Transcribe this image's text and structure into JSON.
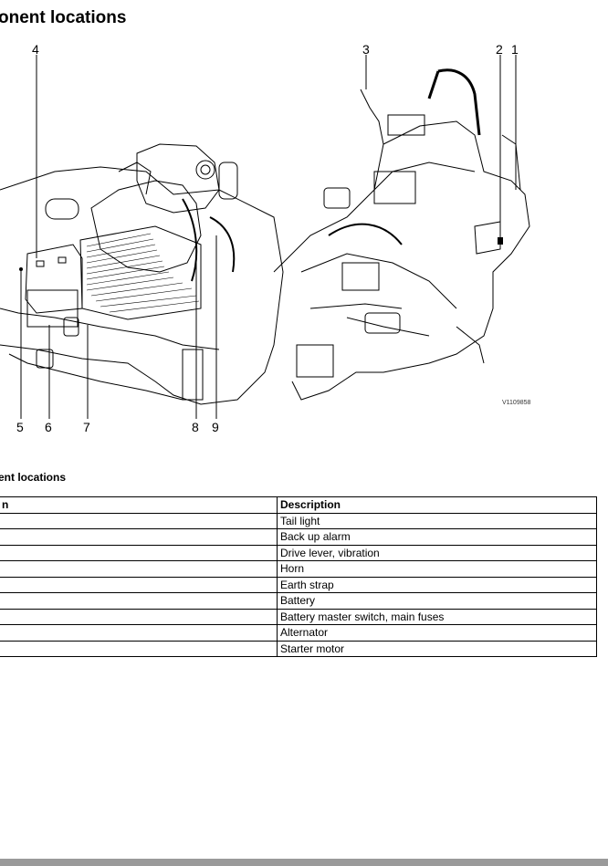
{
  "page": {
    "title": "onent locations",
    "table_title": "ent locations",
    "figure_id": "V1109858"
  },
  "callouts": [
    {
      "num": "1"
    },
    {
      "num": "2"
    },
    {
      "num": "3"
    },
    {
      "num": "4"
    },
    {
      "num": "5"
    },
    {
      "num": "6"
    },
    {
      "num": "7"
    },
    {
      "num": "8"
    },
    {
      "num": "9"
    }
  ],
  "table": {
    "headers": [
      "n",
      "Description"
    ],
    "rows": [
      {
        "item": "",
        "description": "Tail light"
      },
      {
        "item": "",
        "description": "Back up alarm"
      },
      {
        "item": "",
        "description": "Drive lever, vibration"
      },
      {
        "item": "",
        "description": "Horn"
      },
      {
        "item": "",
        "description": "Earth strap"
      },
      {
        "item": "",
        "description": "Battery"
      },
      {
        "item": "",
        "description": "Battery master switch, main fuses"
      },
      {
        "item": "",
        "description": "Alternator"
      },
      {
        "item": "",
        "description": "Starter motor"
      }
    ]
  }
}
